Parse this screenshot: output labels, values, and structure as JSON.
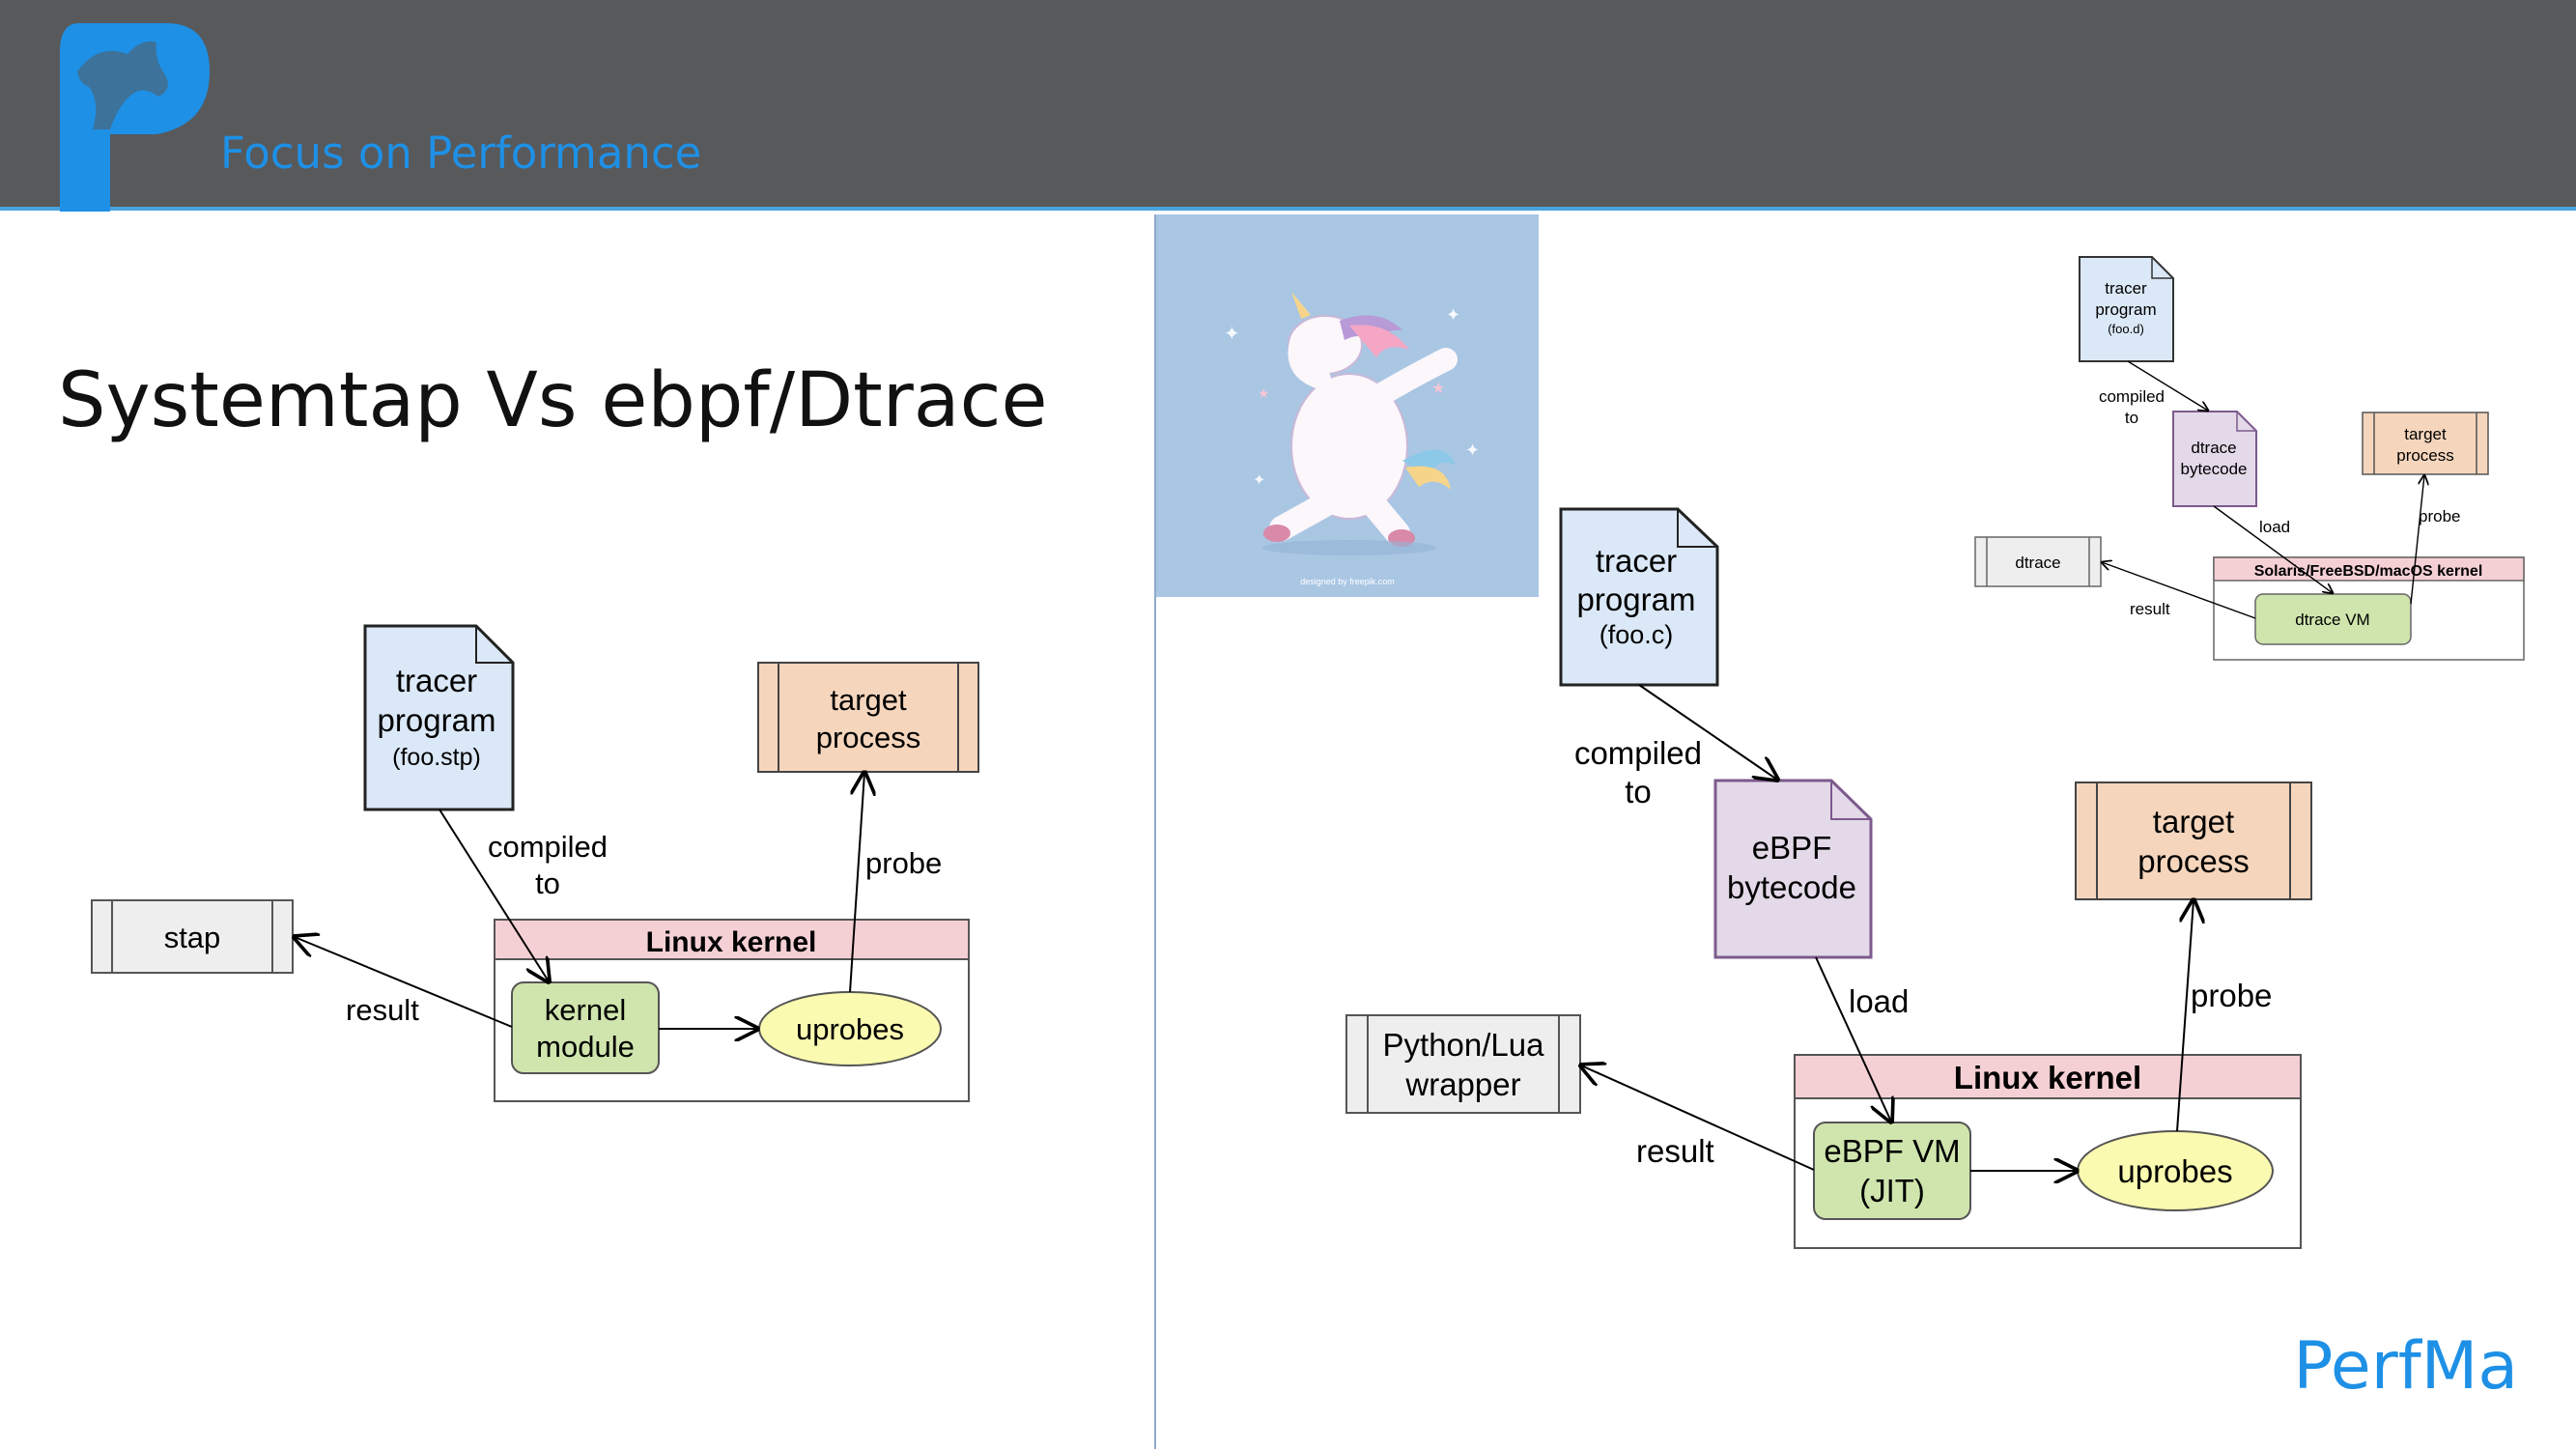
{
  "header": {
    "brand_text": "Focus on Performance",
    "accent_color": "#1e90e6",
    "bar_color": "#58595b"
  },
  "slide": {
    "title": "Systemtap Vs  ebpf/Dtrace",
    "footer_brand": "PerfMa",
    "illustration_credit": "designed by freepik.com"
  },
  "diagram_systemtap": {
    "tracer_line1": "tracer",
    "tracer_line2": "program",
    "tracer_line3": "(foo.stp)",
    "target_line1": "target",
    "target_line2": "process",
    "compiled_line1": "compiled",
    "compiled_line2": "to",
    "probe": "probe",
    "stap": "stap",
    "result": "result",
    "kernel_title": "Linux kernel",
    "module_line1": "kernel",
    "module_line2": "module",
    "uprobes": "uprobes"
  },
  "diagram_ebpf": {
    "tracer_line1": "tracer",
    "tracer_line2": "program",
    "tracer_line3": "(foo.c)",
    "compiled_line1": "compiled",
    "compiled_line2": "to",
    "bytecode_line1": "eBPF",
    "bytecode_line2": "bytecode",
    "target_line1": "target",
    "target_line2": "process",
    "load": "load",
    "probe": "probe",
    "wrapper_line1": "Python/Lua",
    "wrapper_line2": "wrapper",
    "result": "result",
    "kernel_title": "Linux kernel",
    "vm_line1": "eBPF VM",
    "vm_line2": "(JIT)",
    "uprobes": "uprobes"
  },
  "diagram_dtrace": {
    "tracer_line1": "tracer",
    "tracer_line2": "program",
    "tracer_line3": "(foo.d)",
    "compiled_line1": "compiled",
    "compiled_line2": "to",
    "bytecode_line1": "dtrace",
    "bytecode_line2": "bytecode",
    "target_line1": "target",
    "target_line2": "process",
    "load": "load",
    "probe": "probe",
    "dtrace": "dtrace",
    "result": "result",
    "kernel_title": "Solaris/FreeBSD/macOS kernel",
    "vm": "dtrace VM"
  }
}
